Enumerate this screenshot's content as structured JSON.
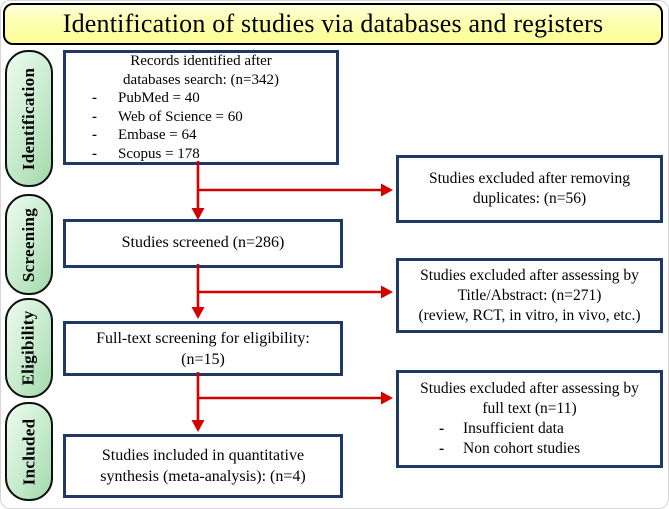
{
  "title": "Identification of studies via databases and registers",
  "stages": [
    {
      "label": "Identification"
    },
    {
      "label": "Screening"
    },
    {
      "label": "Eligibility"
    },
    {
      "label": "Included"
    }
  ],
  "main_boxes": [
    {
      "lines": [
        "Records identified after",
        "databases search: (n=342)"
      ],
      "bullets": [
        "PubMed = 40",
        "Web of Science = 60",
        "Embase = 64",
        "Scopus = 178"
      ]
    },
    {
      "lines": [
        "Studies screened (n=286)"
      ]
    },
    {
      "lines": [
        "Full-text screening for eligibility:",
        "(n=15)"
      ]
    },
    {
      "lines": [
        "Studies included in quantitative",
        "synthesis (meta-analysis): (n=4)"
      ]
    }
  ],
  "side_boxes": [
    {
      "lines": [
        "Studies excluded after removing",
        "duplicates: (n=56)"
      ]
    },
    {
      "lines": [
        "Studies excluded after assessing by",
        "Title/Abstract: (n=271)",
        "(review, RCT, in vitro, in vivo, etc.)"
      ]
    },
    {
      "lines": [
        "Studies excluded after assessing by",
        "full text  (n=11)"
      ],
      "bullets": [
        "Insufficient data",
        "Non cohort studies"
      ]
    }
  ],
  "bullet_marker": "-",
  "colors": {
    "box_border": "#1f3864",
    "arrow_red": "#d40000",
    "title_yellow": "#fcff96",
    "stage_green": "#a2d9ab"
  }
}
